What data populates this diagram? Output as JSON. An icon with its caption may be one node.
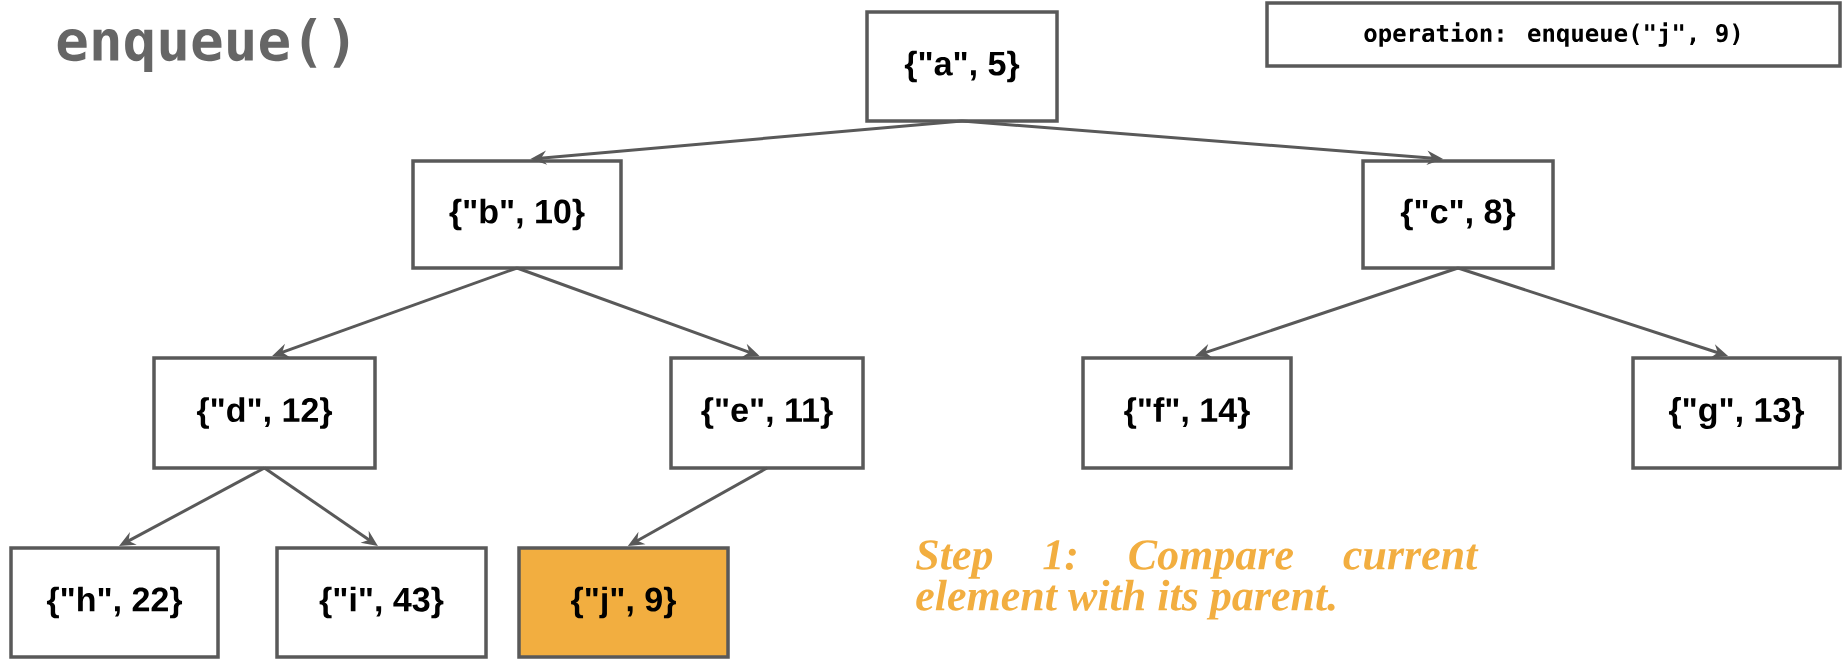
{
  "diagram": {
    "title": "enqueue()",
    "nodes": [
      {
        "text": [
          "{\"a\", 5}"
        ]
      },
      {
        "text": [
          "{\"b\", 10}"
        ]
      },
      {
        "text": [
          "{\"c\", 8}"
        ]
      },
      {
        "text": [
          "{\"d\", 12}"
        ]
      },
      {
        "text": [
          "{\"e\", 11}"
        ]
      },
      {
        "text": [
          "{\"f\", 14}"
        ]
      },
      {
        "text": [
          "{\"g\", 13}"
        ]
      },
      {
        "text": [
          "{\"h\", 22}"
        ]
      },
      {
        "text": [
          "{\"i\", 43}"
        ]
      },
      {
        "text": [
          "{\"j\", 9}"
        ]
      },
      {
        "text": [
          "operation: enqueue(\"j\", 9)"
        ]
      }
    ],
    "edges": [
      {
        "from": 0,
        "to": 1,
        "arrow": "to"
      },
      {
        "from": 0,
        "to": 2,
        "arrow": "to"
      },
      {
        "from": 1,
        "to": 3,
        "arrow": "to"
      },
      {
        "from": 1,
        "to": 4,
        "arrow": "to"
      },
      {
        "from": 2,
        "to": 5,
        "arrow": "to"
      },
      {
        "from": 2,
        "to": 6,
        "arrow": "to"
      },
      {
        "from": 3,
        "to": 7,
        "arrow": "to"
      },
      {
        "from": 3,
        "to": 8,
        "arrow": "to"
      },
      {
        "from": 4,
        "to": 9,
        "arrow": "to"
      }
    ],
    "labels": [
      "Step 1: Compare current element with its parent."
    ]
  }
}
